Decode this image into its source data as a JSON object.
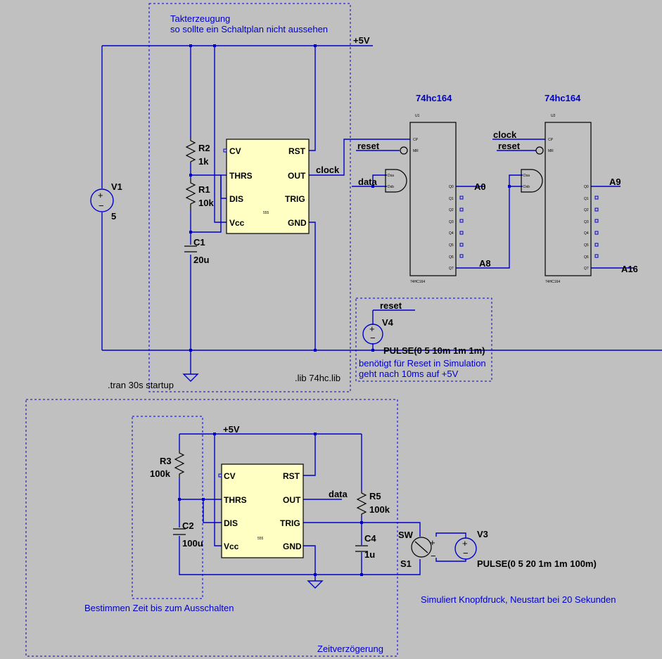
{
  "titles": {
    "takt_line1": "Takterzeugung",
    "takt_line2": "so sollte ein Schaltplan nicht aussehen",
    "zeitverz": "Zeitverzögerung",
    "bestimmen": "Bestimmen Zeit bis zum Ausschalten",
    "simuliert": "Simuliert Knopfdruck, Neustart bei 20 Sekunden",
    "reset_note1": "benötigt für Reset in Simulation",
    "reset_note2": "geht nach 10ms auf +5V"
  },
  "directives": {
    "tran": ".tran 30s startup",
    "lib": ".lib 74hc.lib"
  },
  "nets": {
    "vcc1": "+5V",
    "vcc2": "+5V",
    "clock": "clock",
    "clock2": "clock",
    "reset1": "reset",
    "reset2": "reset",
    "reset3": "reset",
    "data1": "data",
    "data2": "data",
    "a0": "A0",
    "a8": "A8",
    "a9": "A9",
    "a16": "A16"
  },
  "components": {
    "v1": {
      "name": "V1",
      "value": "5"
    },
    "r2": {
      "name": "R2",
      "value": "1k"
    },
    "r1": {
      "name": "R1",
      "value": "10k"
    },
    "c1": {
      "name": "C1",
      "value": "20u"
    },
    "v4": {
      "name": "V4",
      "value": "PULSE(0 5 10m 1m 1m)"
    },
    "r3": {
      "name": "R3",
      "value": "100k"
    },
    "c2": {
      "name": "C2",
      "value": "100u"
    },
    "r5": {
      "name": "R5",
      "value": "100k"
    },
    "c4": {
      "name": "C4",
      "value": "1u"
    },
    "s1": {
      "name": "S1",
      "label": "SW"
    },
    "v3": {
      "name": "V3",
      "value": "PULSE(0 5 20 1m 1m 100m)"
    }
  },
  "timer555_1": {
    "pins": {
      "cv": "CV",
      "thrs": "THRS",
      "dis": "DIS",
      "vcc": "Vcc",
      "rst": "RST",
      "out": "OUT",
      "trig": "TRIG",
      "gnd": "GND"
    },
    "tag": "555"
  },
  "timer555_2": {
    "pins": {
      "cv": "CV",
      "thrs": "THRS",
      "dis": "DIS",
      "vcc": "Vcc",
      "rst": "RST",
      "out": "OUT",
      "trig": "TRIG",
      "gnd": "GND"
    },
    "tag": "555"
  },
  "u1": {
    "title": "74hc164",
    "ref": "U1",
    "part": "74HC164",
    "pins": {
      "cp": "CP",
      "mr": "MR",
      "dsa": "Dsa",
      "dsb": "Dsb",
      "q": [
        "Q0",
        "Q1",
        "Q2",
        "Q3",
        "Q4",
        "Q5",
        "Q6",
        "Q7"
      ]
    }
  },
  "u2": {
    "title": "74hc164",
    "ref": "U2",
    "part": "74HC164",
    "pins": {
      "cp": "CP",
      "mr": "MR",
      "dsa": "Dsa",
      "dsb": "Dsb",
      "q": [
        "Q0",
        "Q1",
        "Q2",
        "Q3",
        "Q4",
        "Q5",
        "Q6",
        "Q7"
      ]
    }
  }
}
